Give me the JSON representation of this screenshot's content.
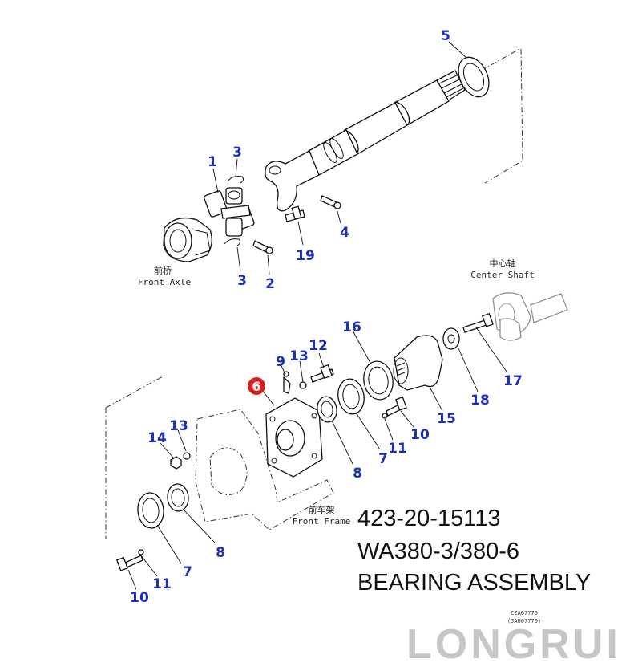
{
  "callouts": [
    {
      "id": "c5",
      "text": "5"
    },
    {
      "id": "c1",
      "text": "1"
    },
    {
      "id": "c3a",
      "text": "3"
    },
    {
      "id": "c4",
      "text": "4"
    },
    {
      "id": "c19",
      "text": "19"
    },
    {
      "id": "c3b",
      "text": "3"
    },
    {
      "id": "c2",
      "text": "2"
    },
    {
      "id": "c16",
      "text": "16"
    },
    {
      "id": "c9",
      "text": "9"
    },
    {
      "id": "c13a",
      "text": "13"
    },
    {
      "id": "c12",
      "text": "12"
    },
    {
      "id": "c17",
      "text": "17"
    },
    {
      "id": "c18",
      "text": "18"
    },
    {
      "id": "c15",
      "text": "15"
    },
    {
      "id": "c10a",
      "text": "10"
    },
    {
      "id": "c11a",
      "text": "11"
    },
    {
      "id": "c7a",
      "text": "7"
    },
    {
      "id": "c8a",
      "text": "8"
    },
    {
      "id": "c13b",
      "text": "13"
    },
    {
      "id": "c14",
      "text": "14"
    },
    {
      "id": "c8b",
      "text": "8"
    },
    {
      "id": "c7b",
      "text": "7"
    },
    {
      "id": "c11b",
      "text": "11"
    },
    {
      "id": "c10b",
      "text": "10"
    }
  ],
  "highlight_callout": {
    "text": "6",
    "color": "#d62020"
  },
  "labels": {
    "front_axle_cn": "前桥",
    "front_axle_en": "Front Axle",
    "center_shaft_cn": "中心轴",
    "center_shaft_en": "Center Shaft",
    "front_frame_cn": "前车架",
    "front_frame_en": "Front Frame"
  },
  "title_block": {
    "part_number": "423-20-15113",
    "model": "WA380-3/380-6",
    "description": "BEARING ASSEMBLY"
  },
  "drawing_codes": {
    "code1": "CZA07770",
    "code2": "(JA007770)"
  },
  "watermark": "LONGRUI",
  "colors": {
    "callout": "#1b2fb8",
    "highlight": "#d62020",
    "line": "#111111",
    "watermark": "#c6c6c6"
  }
}
